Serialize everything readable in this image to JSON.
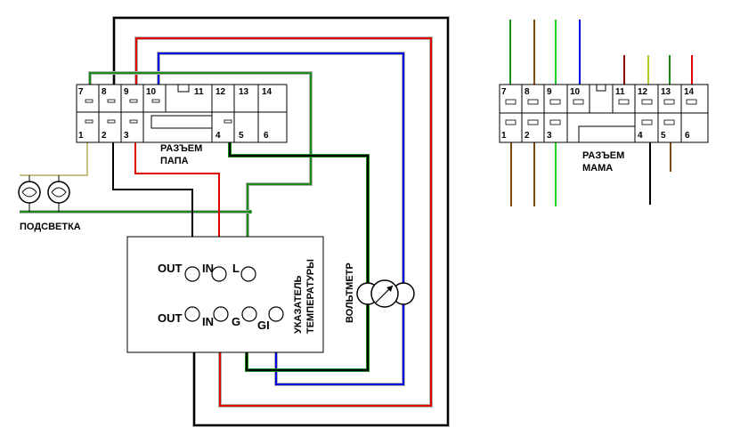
{
  "colors": {
    "black": "#000000",
    "red": "#e00000",
    "blue": "#0000e0",
    "green": "#1a8a1a",
    "bright_green": "#22cc22",
    "brown": "#7a4a10",
    "dark_red": "#8b0000",
    "yellow_green": "#a8cc30",
    "white": "#ffffff",
    "gray": "#b0b0b0"
  },
  "left_connector": {
    "label_line1": "РАЗЪЕМ",
    "label_line2": "ПАПА",
    "top_pins": [
      "7",
      "8",
      "9",
      "10",
      "11",
      "12",
      "13",
      "14"
    ],
    "bottom_pins": [
      "1",
      "2",
      "3",
      "4",
      "5",
      "6"
    ]
  },
  "right_connector": {
    "label_line1": "РАЗЪЕМ",
    "label_line2": "МАМА",
    "top_pins": [
      "7",
      "8",
      "9",
      "10",
      "11",
      "12",
      "13",
      "14"
    ],
    "bottom_pins": [
      "1",
      "2",
      "3",
      "4",
      "5",
      "6"
    ]
  },
  "backlight_label": "ПОДСВЕТКА",
  "temp_gauge": {
    "label_line1": "УКАЗАТЕЛЬ",
    "label_line2": "ТЕМПЕРАТУРЫ",
    "top_terminals": [
      "OUT",
      "IN",
      "L"
    ],
    "bottom_terminals": [
      "OUT",
      "IN",
      "G",
      "GI"
    ]
  },
  "voltmeter_label": "ВОЛЬТМЕТР"
}
